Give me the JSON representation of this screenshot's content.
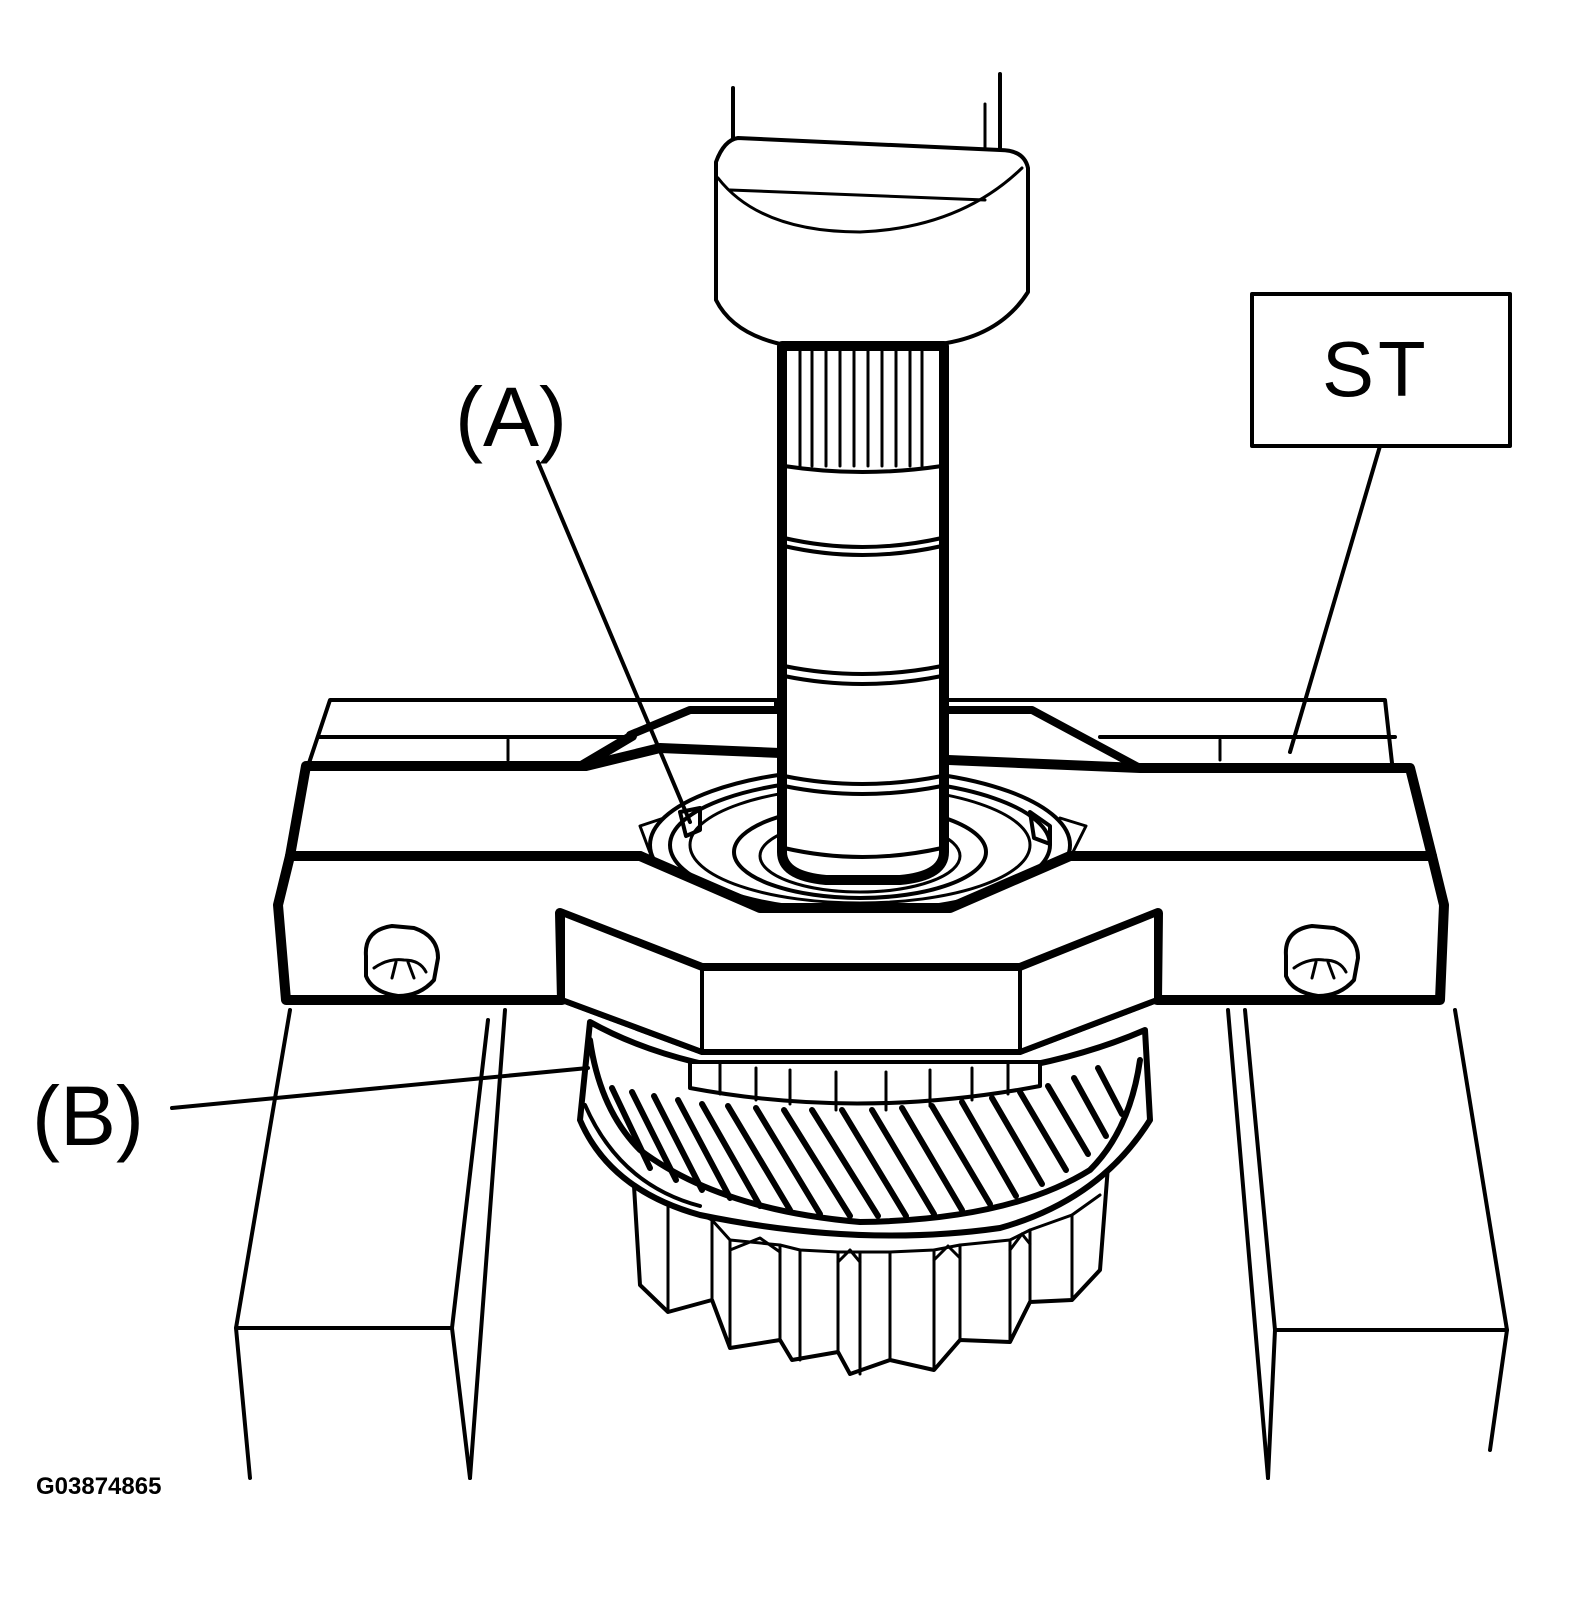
{
  "labels": {
    "a": "(A)",
    "b": "(B)",
    "st": "ST",
    "figure_id": "G03874865"
  }
}
